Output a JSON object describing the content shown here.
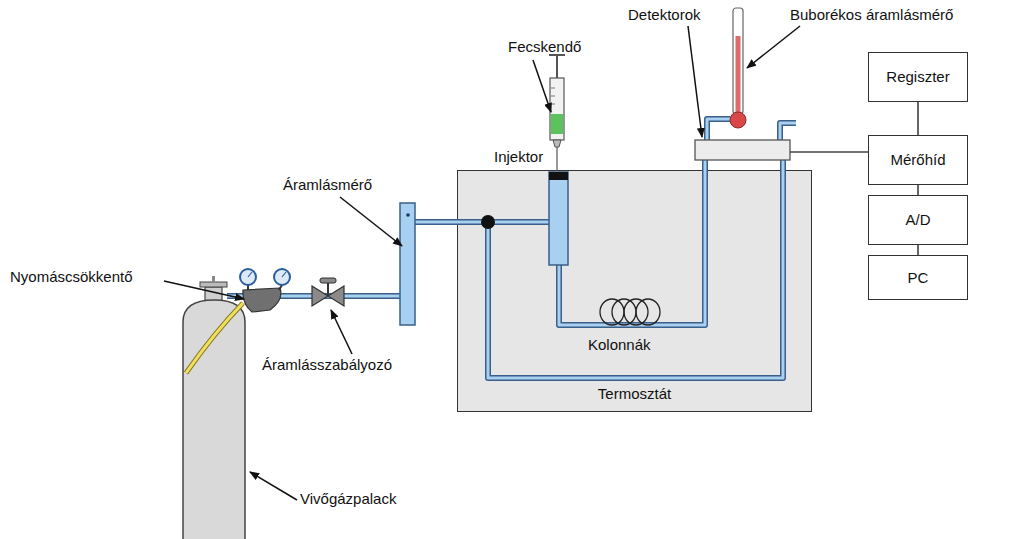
{
  "diagram": {
    "nodes": [
      {
        "text": [
          "Termosztát"
        ]
      },
      {
        "text": [
          "Regiszter"
        ]
      },
      {
        "text": [
          "Mérőhíd"
        ]
      },
      {
        "text": [
          "A/D"
        ]
      },
      {
        "text": [
          "PC"
        ]
      }
    ],
    "edges": [
      {
        "from": 1,
        "to": 2,
        "arrow": "none"
      },
      {
        "from": 2,
        "to": 3,
        "arrow": "none"
      },
      {
        "from": 3,
        "to": 4,
        "arrow": "none"
      }
    ],
    "labels": [
      "Fecskendő",
      "Detektorok",
      "Buborékos áramlásmérő",
      "Injektor",
      "Áramlásmérő",
      "Nyomáscsökkentő",
      "Áramlásszabályozó",
      "Kolonnák",
      "Vivőgázpalack"
    ]
  }
}
